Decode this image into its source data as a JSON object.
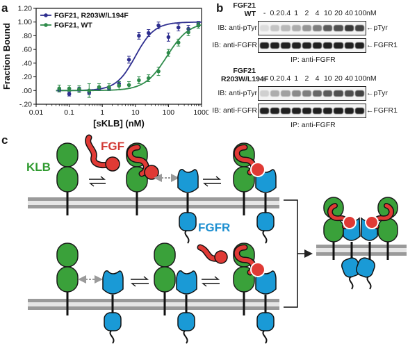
{
  "panels": {
    "a": "a",
    "b": "b",
    "c": "c"
  },
  "chart_data": {
    "type": "scatter",
    "xlabel": "[sKLB] (nM)",
    "ylabel": "Fraction Bound",
    "xscale": "log",
    "xlim": [
      0.01,
      1000
    ],
    "ylim": [
      -0.2,
      1.2
    ],
    "xticks": [
      "0.01",
      "0.1",
      "1",
      "10",
      "100",
      "1000"
    ],
    "yticks": [
      "-.20",
      ".00",
      ".20",
      ".40",
      ".60",
      ".80",
      "1.00",
      "1.20"
    ],
    "legend_position": "top-left",
    "series": [
      {
        "name": "FGF21, R203W/L194F",
        "color": "#2e2e8f",
        "x": [
          0.05,
          0.1,
          0.2,
          0.4,
          0.8,
          1.6,
          3.2,
          6.4,
          12.8,
          25,
          50,
          100,
          200,
          400,
          800
        ],
        "y": [
          0.01,
          -0.05,
          0.02,
          -0.03,
          0.03,
          0.03,
          0.1,
          0.45,
          0.8,
          0.84,
          0.95,
          0.78,
          0.92,
          0.9,
          0.97
        ],
        "err": [
          0.03,
          0.03,
          0.03,
          0.03,
          0.03,
          0.03,
          0.03,
          0.05,
          0.05,
          0.05,
          0.05,
          0.06,
          0.05,
          0.05,
          0.04
        ],
        "fit_ec50": 10,
        "fit_hill": 1.5
      },
      {
        "name": "FGF21, WT",
        "color": "#2e8b4a",
        "x": [
          0.05,
          0.1,
          0.2,
          0.4,
          0.8,
          1.6,
          3.2,
          6.4,
          12.8,
          25,
          50,
          100,
          200,
          400,
          800
        ],
        "y": [
          0.03,
          0.03,
          0.02,
          0.0,
          0.05,
          0.05,
          0.07,
          0.08,
          0.15,
          0.18,
          0.28,
          0.55,
          0.7,
          0.85,
          0.95
        ],
        "err": [
          0.05,
          0.04,
          0.05,
          0.1,
          0.05,
          0.05,
          0.06,
          0.05,
          0.05,
          0.05,
          0.06,
          0.05,
          0.05,
          0.05,
          0.04
        ],
        "fit_ec50": 90,
        "fit_hill": 1.3
      }
    ]
  },
  "blot": {
    "concentrations": [
      "-",
      "0.2",
      "0.4",
      "1",
      "2",
      "4",
      "10",
      "20",
      "40",
      "100"
    ],
    "unit": "nM",
    "groups": [
      {
        "name_line1": "FGF21",
        "name_line2": "WT",
        "rows": [
          {
            "ib": "IB: anti-pTyr",
            "target": "pTyr",
            "intensity": [
              0.15,
              0.25,
              0.3,
              0.35,
              0.45,
              0.55,
              0.7,
              0.75,
              0.85,
              0.8
            ]
          },
          {
            "ib": "IB: anti-FGFR",
            "target": "FGFR1",
            "intensity": [
              0.95,
              0.95,
              0.95,
              0.95,
              0.95,
              0.95,
              0.95,
              0.95,
              0.95,
              0.95
            ]
          }
        ],
        "ip": "IP: anti-FGFR"
      },
      {
        "name_line1": "FGF21",
        "name_line2": "R203W/L194F",
        "rows": [
          {
            "ib": "IB: anti-pTyr",
            "target": "pTyr",
            "intensity": [
              0.2,
              0.35,
              0.4,
              0.5,
              0.55,
              0.65,
              0.7,
              0.75,
              0.75,
              0.8
            ]
          },
          {
            "ib": "IB: anti-FGFR",
            "target": "FGFR1",
            "intensity": [
              0.95,
              0.95,
              0.95,
              0.95,
              0.95,
              0.95,
              0.95,
              0.95,
              0.95,
              0.95
            ]
          }
        ],
        "ip": "IP: anti-FGFR"
      }
    ]
  },
  "schematic": {
    "labels": {
      "fgf": "FGF",
      "klb": "KLB",
      "fgfr": "FGFR"
    },
    "colors": {
      "klb": "#3aa13a",
      "fgf": "#e03a35",
      "fgfr": "#1a9ad6",
      "membrane": "#9a9a9a"
    }
  }
}
